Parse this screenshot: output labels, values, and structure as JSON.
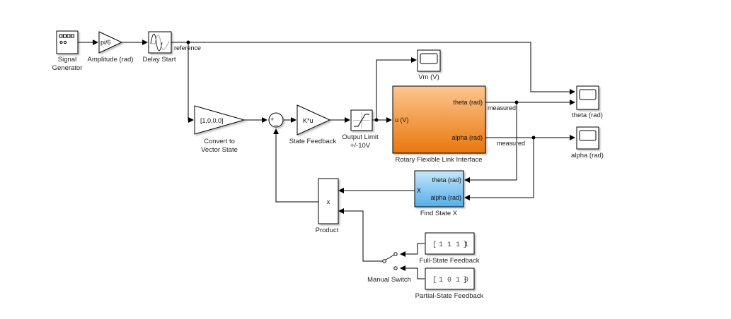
{
  "diagram": {
    "blocks": {
      "signal_generator": {
        "label_line1": "Signal",
        "label_line2": "Generator"
      },
      "amplitude": {
        "label": "Amplitude (rad)",
        "value": "pi/6"
      },
      "delay_start": {
        "label": "Delay Start"
      },
      "convert": {
        "label_line1": "Convert to",
        "label_line2": "Vector State",
        "value": "[1,0,0,0]"
      },
      "sum": {
        "plus": "+",
        "minus": "_"
      },
      "state_feedback": {
        "label": "State Feedback",
        "value": "K*u"
      },
      "output_limit": {
        "label_line1": "Output Limit",
        "label_line2": "+/-10V"
      },
      "vm_scope": {
        "label": "Vm (V)"
      },
      "rflink": {
        "label": "Rotary Flexible Link Interface",
        "in_port": "u (V)",
        "out_theta": "theta (rad)",
        "out_alpha": "alpha (rad)",
        "color_top": "#fcc690",
        "color_bottom": "#e8770c"
      },
      "theta_scope": {
        "label": "theta (rad)"
      },
      "alpha_scope": {
        "label": "alpha (rad)"
      },
      "find_state": {
        "label": "Find State X",
        "out_port": "X",
        "in_theta": "theta (rad)",
        "in_alpha": "alpha (rad)",
        "color_top": "#c5e6fb",
        "color_bottom": "#56aee8"
      },
      "product": {
        "label": "Product",
        "symbol": "x"
      },
      "manual_switch": {
        "label": "Manual Switch"
      },
      "full_state": {
        "label": "Full-State Feedback",
        "value": "1 1 1 1"
      },
      "partial_state": {
        "label": "Partial-State Feedback",
        "value": "1 0 1 0"
      }
    },
    "signals": {
      "reference": "reference",
      "measured_theta": "measured",
      "measured_alpha": "measured"
    }
  }
}
